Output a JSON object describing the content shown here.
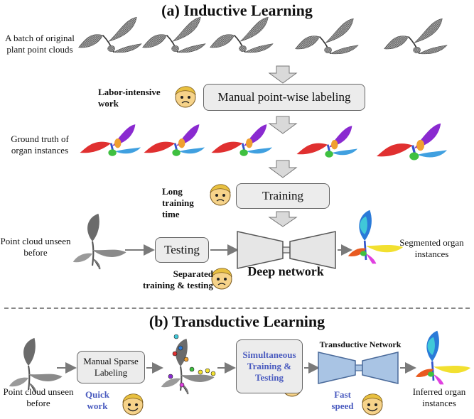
{
  "section_a": {
    "title": "(a) Inductive Learning",
    "batch_label": "A batch of original plant point clouds",
    "labor_note": "Labor-intensive work",
    "manual_box": "Manual point-wise labeling",
    "gt_label": "Ground truth of organ instances",
    "long_note": "Long training time",
    "training_box": "Training",
    "unseen_label": "Point cloud unseen before",
    "testing_box": "Testing",
    "separated_note": "Separated training & testing",
    "network_label": "Deep network",
    "segmented_label": "Segmented organ instances"
  },
  "section_b": {
    "title": "(b) Transductive Learning",
    "unseen_label": "Point cloud unseen before",
    "sparse_box": "Manual Sparse Labeling",
    "quick_note": "Quick work",
    "simul_box": "Simultaneous Training & Testing",
    "network_label": "Transductive Network",
    "fast_note": "Fast speed",
    "inferred_label": "Inferred organ instances"
  },
  "colors": {
    "box_fill": "#ececec",
    "arrow_gray": "#7a7a7a",
    "blue_text": "#4a5bbf",
    "network_blue": "#a9c4e4"
  }
}
